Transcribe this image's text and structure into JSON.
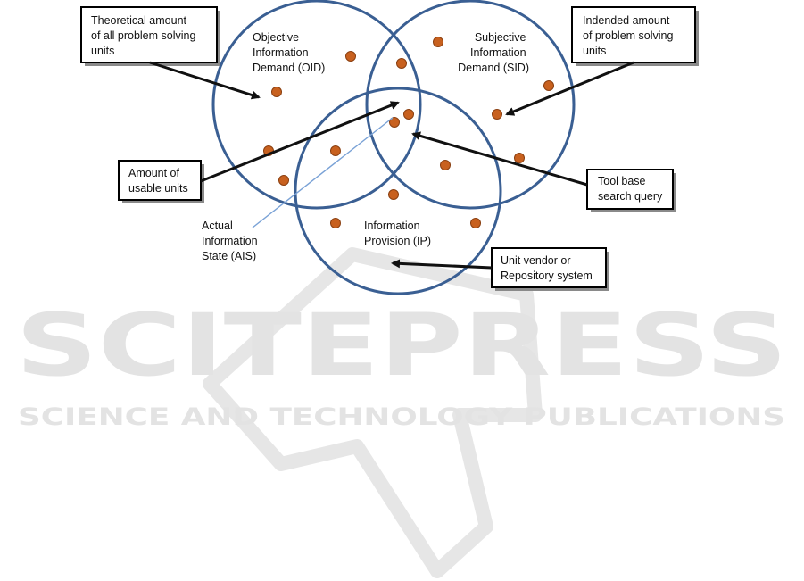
{
  "watermark": {
    "title": "SCITEPRESS",
    "subtitle": "SCIENCE AND TECHNOLOGY PUBLICATIONS",
    "color": "#e3e3e3"
  },
  "colors": {
    "circle": "#3a5f93",
    "dot_fill": "#c8611f",
    "dot_stroke": "#8a3f10",
    "thin_line": "#7aa2d6"
  },
  "circles": {
    "oid": [
      "Objective",
      "Information",
      "Demand (OID)"
    ],
    "sid": [
      "Subjective",
      "Information",
      "Demand (SID)"
    ],
    "ip": [
      "Information",
      "Provision (IP)"
    ]
  },
  "labels": {
    "ais": [
      "Actual",
      "Information",
      "State (AIS)"
    ]
  },
  "callouts": {
    "theoretical": [
      "Theoretical amount",
      "of all problem solving",
      "units"
    ],
    "intended": [
      "Indended amount",
      "of problem solving",
      "units"
    ],
    "usable": [
      "Amount of",
      "usable units"
    ],
    "tool": [
      "Tool base",
      "search query"
    ],
    "vendor": [
      "Unit vendor or",
      "Repository system"
    ]
  }
}
